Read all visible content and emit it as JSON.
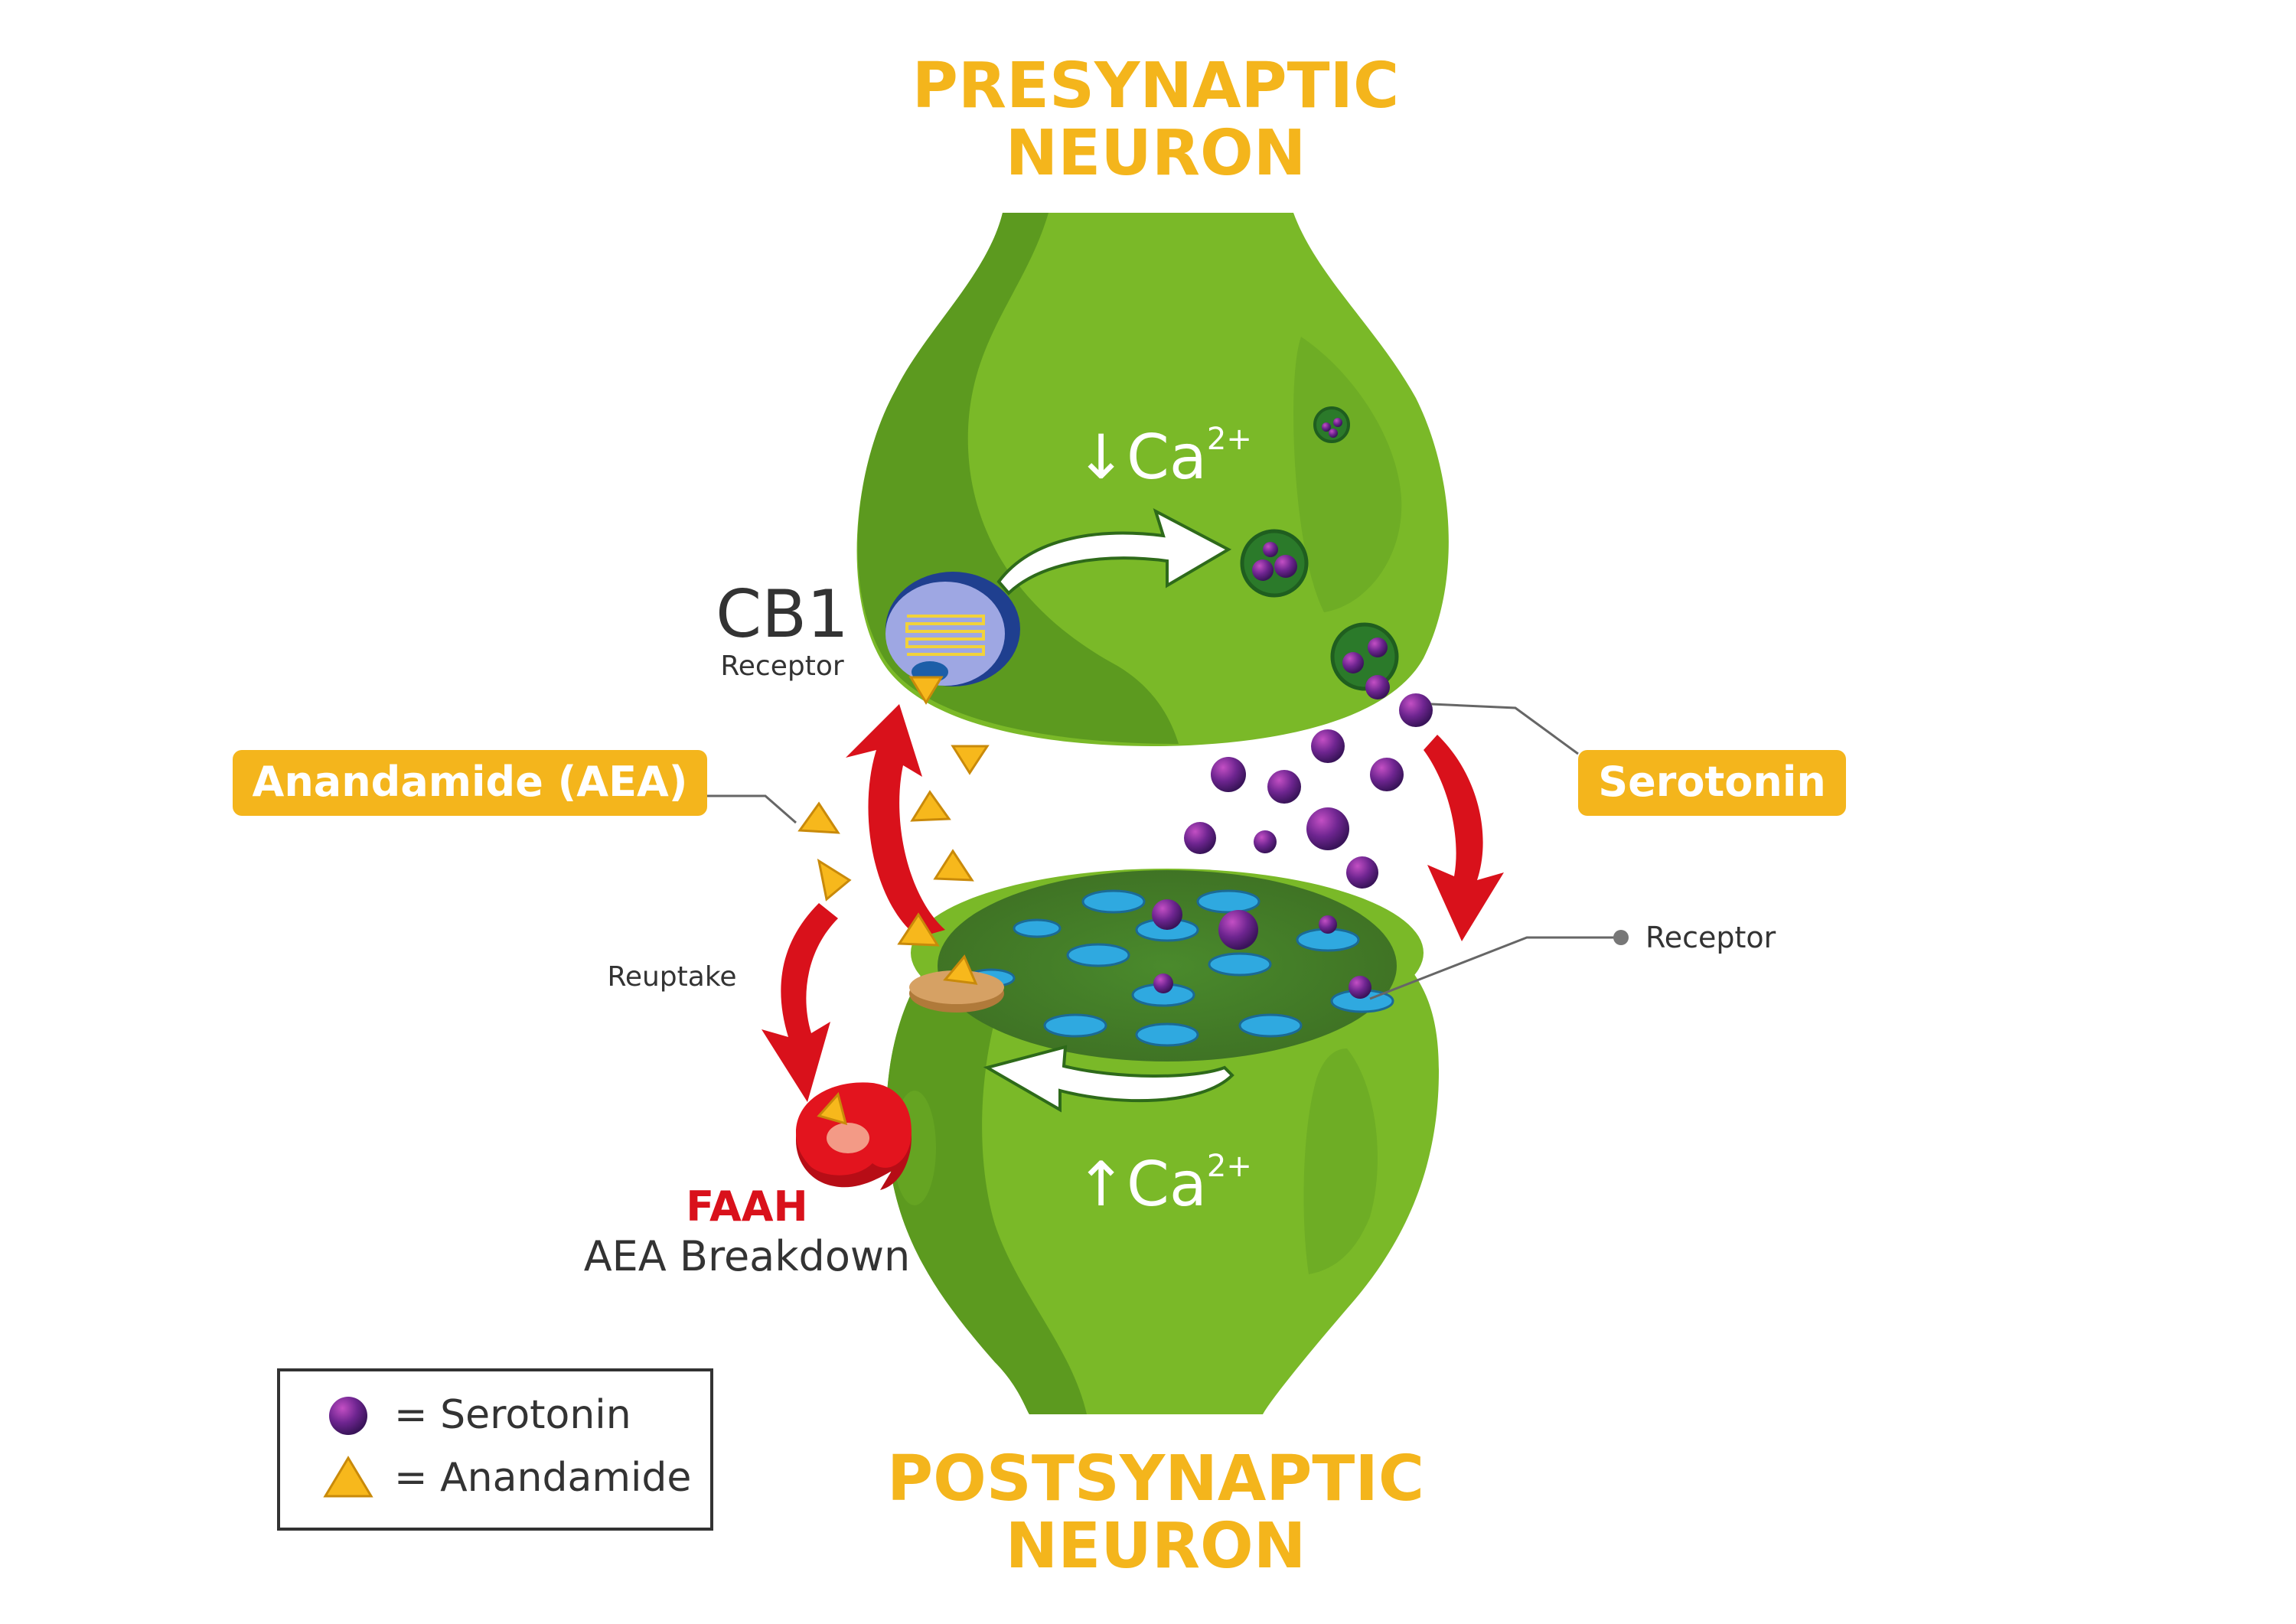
{
  "titles": {
    "presynaptic_line1": "PRESYNAPTIC",
    "presynaptic_line2": "NEURON",
    "postsynaptic_line1": "POSTSYNAPTIC",
    "postsynaptic_line2": "NEURON"
  },
  "presynaptic": {
    "calcium_arrow": "↓",
    "calcium_base": "Ca",
    "calcium_charge": "2+"
  },
  "postsynaptic": {
    "calcium_arrow": "↑",
    "calcium_base": "Ca",
    "calcium_charge": "2+"
  },
  "cb1": {
    "name": "CB1",
    "sub": "Receptor"
  },
  "callouts": {
    "aea": "Anandamide (AEA)",
    "serotonin": "Serotonin",
    "receptor": "Receptor",
    "reuptake": "Reuptake"
  },
  "faah": {
    "name": "FAAH",
    "desc": "AEA Breakdown"
  },
  "legend": {
    "serotonin": "= Serotonin",
    "anandamide": "= Anandamide"
  },
  "colors": {
    "neuron_green": "#7ab928",
    "neuron_dark": "#5c9a1f",
    "title_orange": "#f4b51c",
    "arrow_red": "#d9111b",
    "serotonin_purple": "#6a2486",
    "receptor_blue": "#2fa9e0",
    "anandamide_yellow": "#f7b81c"
  }
}
